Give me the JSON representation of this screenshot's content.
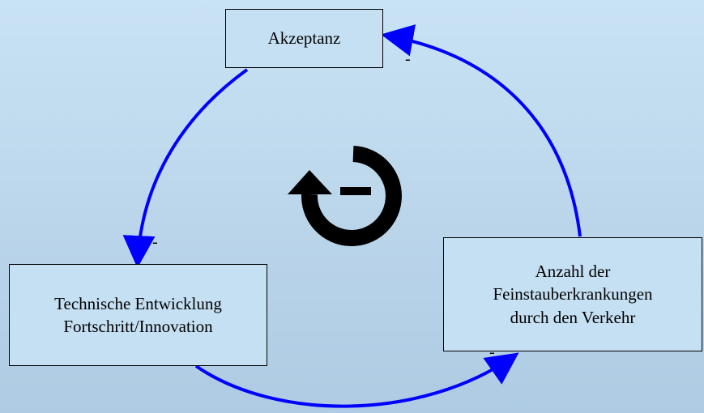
{
  "nodes": {
    "akzeptanz": {
      "lines": [
        "Akzeptanz"
      ]
    },
    "technik": {
      "lines": [
        "Technische Entwicklung",
        "Fortschritt/Innovation"
      ]
    },
    "feinstaub": {
      "lines": [
        "Anzahl der",
        "Feinstauberkrankungen",
        "durch den Verkehr"
      ]
    }
  },
  "links": [
    {
      "from": "akzeptanz",
      "to": "technik",
      "polarity": "-"
    },
    {
      "from": "technik",
      "to": "feinstaub",
      "polarity": "-"
    },
    {
      "from": "feinstaub",
      "to": "akzeptanz",
      "polarity": "-"
    }
  ],
  "loop": {
    "polarity_symbol": "minus",
    "direction": "counterclockwise"
  },
  "colors": {
    "arrow": "#0000ff",
    "loop_symbol": "#000000",
    "box_fill": "#c6e0f3"
  }
}
